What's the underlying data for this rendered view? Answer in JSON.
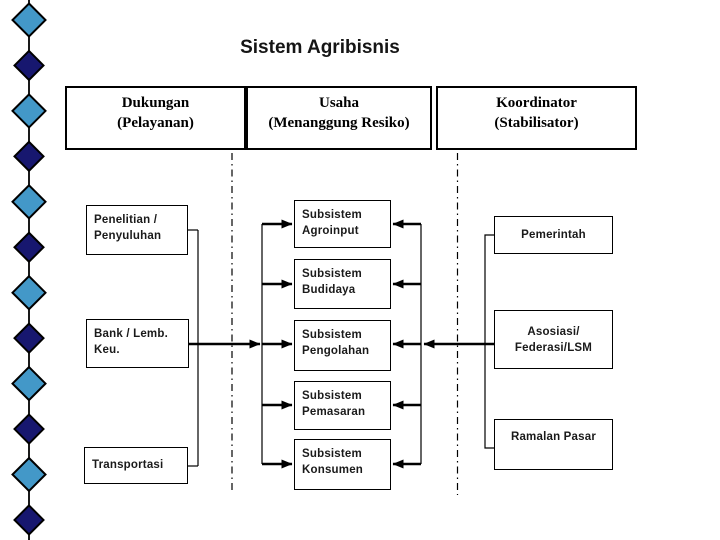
{
  "title": "Sistem Agribisnis",
  "colors": {
    "diamond_light": "#4398c8",
    "diamond_dark": "#17176f",
    "line": "#000000",
    "box_border": "#000000",
    "text": "#1a1a1a"
  },
  "decor": {
    "diamond_count": 12,
    "diamond_colors": [
      "#4398c8",
      "#17176f"
    ]
  },
  "header": {
    "columns": [
      {
        "label": "Dukungan\n(Pelayanan)"
      },
      {
        "label": "Usaha\n(Menanggung Resiko)"
      },
      {
        "label": "Koordinator\n(Stabilisator)"
      }
    ]
  },
  "left_column": {
    "boxes": [
      {
        "label": "Penelitian /\nPenyuluhan"
      },
      {
        "label": "Bank / Lemb.\nKeu."
      },
      {
        "label": "Transportasi"
      }
    ]
  },
  "middle_column": {
    "boxes": [
      {
        "label": "Subsistem\nAgroinput"
      },
      {
        "label": "Subsistem\nBudidaya"
      },
      {
        "label": "Subsistem\nPengolahan"
      },
      {
        "label": "Subsistem\nPemasaran"
      },
      {
        "label": "Subsistem\nKonsumen"
      }
    ]
  },
  "right_column": {
    "boxes": [
      {
        "label": "Pemerintah"
      },
      {
        "label": "Asosiasi/\nFederasi/LSM"
      },
      {
        "label": "Ramalan Pasar"
      }
    ]
  }
}
